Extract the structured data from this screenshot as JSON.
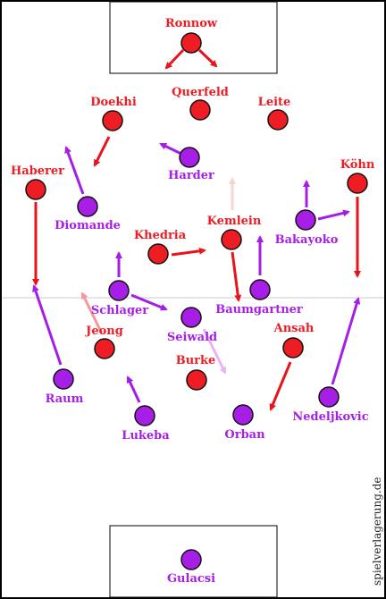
{
  "colors": {
    "team_red": "#ee1d24",
    "team_purple": "#a71fe6",
    "arrow_red": "#e8141b",
    "arrow_purple": "#a51ee6",
    "arrow_faint_pink": "#f5d4d2",
    "arrow_faint_red": "#f29a9a",
    "arrow_faint_purple": "#e8b4f6",
    "pitch_lines": "#000000",
    "halfway_line": "#cccccc"
  },
  "credit": "spielverlagerung.de",
  "red_team": [
    {
      "id": "ronnow",
      "name": "Ronnow",
      "dir": "split"
    },
    {
      "id": "querfeld",
      "name": "Querfeld",
      "dir": "none"
    },
    {
      "id": "doekhi",
      "name": "Doekhi",
      "dir": "down"
    },
    {
      "id": "leite",
      "name": "Leite",
      "dir": "none"
    },
    {
      "id": "haberer",
      "name": "Haberer",
      "dir": "down"
    },
    {
      "id": "kohn",
      "name": "Köhn",
      "dir": "down"
    },
    {
      "id": "khedria",
      "name": "Khedria",
      "dir": "right"
    },
    {
      "id": "kemlein",
      "name": "Kemlein",
      "dir": "down"
    },
    {
      "id": "jeong",
      "name": "Jeong",
      "dir": "up-faint"
    },
    {
      "id": "burke",
      "name": "Burke",
      "dir": "none"
    },
    {
      "id": "ansah",
      "name": "Ansah",
      "dir": "down-left"
    }
  ],
  "purple_team": [
    {
      "id": "harder",
      "name": "Harder",
      "dir": "up-left"
    },
    {
      "id": "diomande",
      "name": "Diomande",
      "dir": "up"
    },
    {
      "id": "bakayoko",
      "name": "Bakayoko",
      "dir": "up-right"
    },
    {
      "id": "schlager",
      "name": "Schlager",
      "dir": "up-right"
    },
    {
      "id": "baumgartner",
      "name": "Baumgartner",
      "dir": "up"
    },
    {
      "id": "seiwald",
      "name": "Seiwald",
      "dir": "down-right-faint"
    },
    {
      "id": "raum",
      "name": "Raum",
      "dir": "up"
    },
    {
      "id": "lukeba",
      "name": "Lukeba",
      "dir": "up"
    },
    {
      "id": "orban",
      "name": "Orban",
      "dir": "none"
    },
    {
      "id": "nedeljkovic",
      "name": "Nedeljkovic",
      "dir": "up"
    },
    {
      "id": "gulacsi",
      "name": "Gulacsi",
      "dir": "none"
    }
  ]
}
